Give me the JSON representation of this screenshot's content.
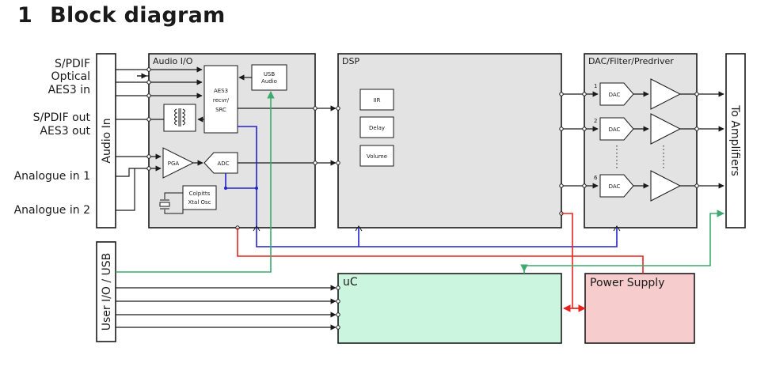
{
  "heading": {
    "number": "1",
    "title": "Block diagram"
  },
  "inputs": {
    "spdif": "S/PDIF",
    "optical": "Optical",
    "aes3_in": "AES3 in",
    "spdif_out": "S/PDIF out",
    "aes3_out": "AES3 out",
    "analogue1": "Analogue in 1",
    "analogue2": "Analogue in 2"
  },
  "connectors": {
    "audio_in": "Audio In",
    "user_io": "User I/O / USB",
    "to_amps": "To Amplifiers"
  },
  "audio_io": {
    "title": "Audio I/O",
    "usb_audio": [
      "USB",
      "Audio"
    ],
    "aes3": [
      "AES3",
      "recvr/",
      "SRC"
    ],
    "pga": "PGA",
    "adc": "ADC",
    "osc": [
      "Colpitts",
      "Xtal Osc"
    ]
  },
  "dsp": {
    "title": "DSP",
    "blocks": [
      "IIR",
      "Delay",
      "Volume"
    ]
  },
  "dac_section": {
    "title": "DAC/Filter/Predriver",
    "channels": [
      {
        "num": "1",
        "label": "DAC"
      },
      {
        "num": "2",
        "label": "DAC"
      },
      {
        "num": "6",
        "label": "DAC"
      }
    ]
  },
  "uc": {
    "title": "uC"
  },
  "power": {
    "title": "Power Supply"
  },
  "colors": {
    "block_fill": "#e3e3e3",
    "uc_fill": "#ccf5df",
    "power_fill": "#f7cccc",
    "red_line": "#e8231f",
    "blue_line": "#2222cc",
    "green_line": "#3daa6e"
  }
}
